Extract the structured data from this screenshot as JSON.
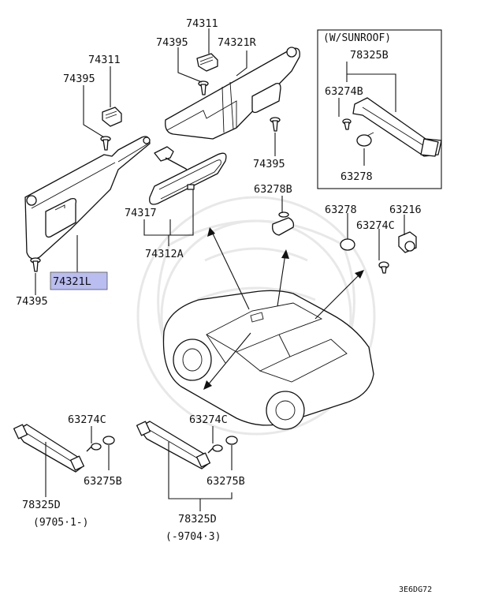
{
  "labels": {
    "l74311a": "74311",
    "l74395a": "74395",
    "l74311b": "74311",
    "l74395b": "74395",
    "l74321r": "74321R",
    "l74395c": "74395",
    "l74317": "74317",
    "l74312a": "74312A",
    "l74321l": "74321L",
    "l74395d": "74395",
    "l63278b": "63278B",
    "l63278a": "63278",
    "l63216": "63216",
    "l63274c_a": "63274C",
    "l63274c_b": "63274C",
    "l63274c_c": "63274C",
    "l63275b_a": "63275B",
    "l63275b_b": "63275B",
    "l78325d_a": "78325D",
    "l78325d_b": "78325D",
    "sun_78325b": "78325B",
    "sun_63274b": "63274B",
    "sun_63278": "63278"
  },
  "notes": {
    "sunroof": "(W/SUNROOF)",
    "date_a": "(9705·1-)",
    "date_b": "(-9704·3)"
  },
  "figure_code": "3E6DG72",
  "highlight_color": "#b9bdf0"
}
